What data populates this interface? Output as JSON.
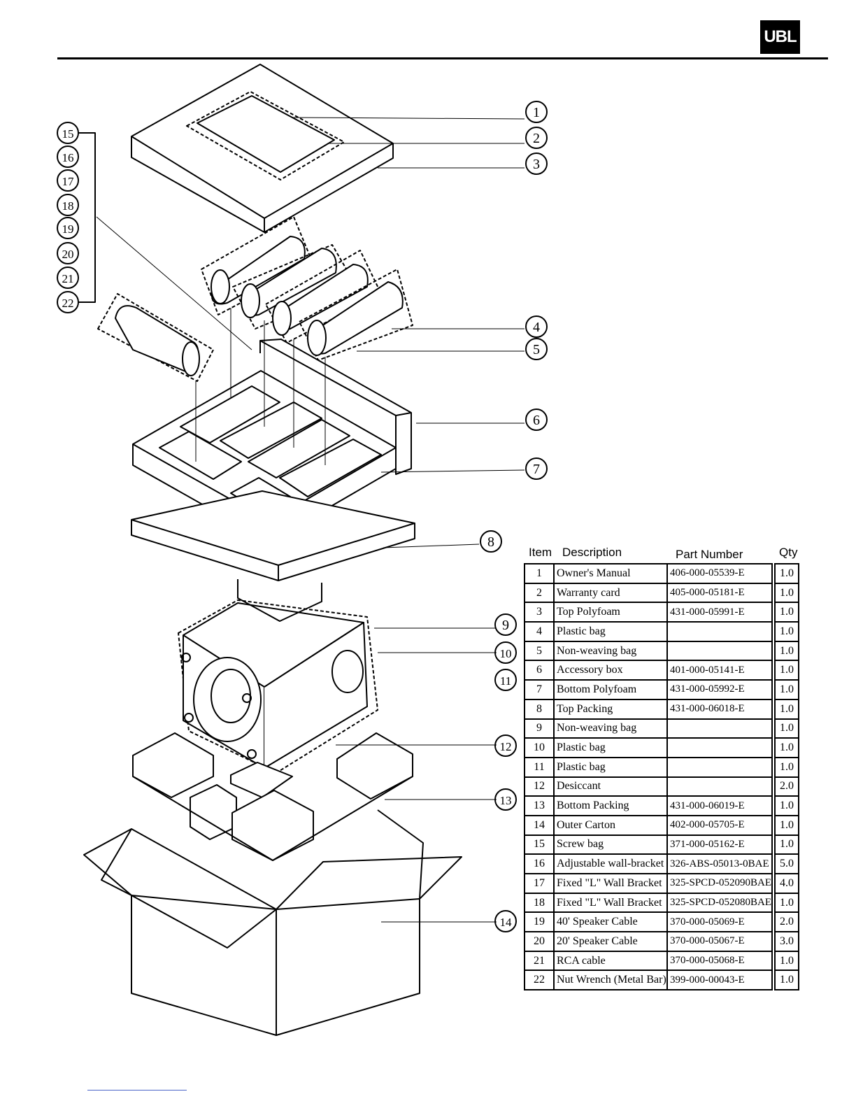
{
  "brand": {
    "logo_text": "UBL"
  },
  "callouts": [
    "1",
    "2",
    "3",
    "4",
    "5",
    "6",
    "7",
    "8",
    "9",
    "10",
    "11",
    "12",
    "13",
    "14",
    "15",
    "16",
    "17",
    "18",
    "19",
    "20",
    "21",
    "22"
  ],
  "parts_table": {
    "headers": {
      "item": "Item",
      "description": "Description",
      "part_number": "Part Number",
      "qty": "Qty"
    },
    "rows": [
      {
        "item": "1",
        "description": "Owner's Manual",
        "part_number": "406-000-05539-E",
        "qty": "1.0"
      },
      {
        "item": "2",
        "description": "Warranty card",
        "part_number": "405-000-05181-E",
        "qty": "1.0"
      },
      {
        "item": "3",
        "description": "Top Polyfoam",
        "part_number": "431-000-05991-E",
        "qty": "1.0"
      },
      {
        "item": "4",
        "description": "Plastic bag",
        "part_number": "",
        "qty": "1.0"
      },
      {
        "item": "5",
        "description": "Non-weaving bag",
        "part_number": "",
        "qty": "1.0"
      },
      {
        "item": "6",
        "description": "Accessory box",
        "part_number": "401-000-05141-E",
        "qty": "1.0"
      },
      {
        "item": "7",
        "description": "Bottom Polyfoam",
        "part_number": "431-000-05992-E",
        "qty": "1.0"
      },
      {
        "item": "8",
        "description": "Top Packing",
        "part_number": "431-000-06018-E",
        "qty": "1.0"
      },
      {
        "item": "9",
        "description": "Non-weaving bag",
        "part_number": "",
        "qty": "1.0"
      },
      {
        "item": "10",
        "description": "Plastic bag",
        "part_number": "",
        "qty": "1.0"
      },
      {
        "item": "11",
        "description": "Plastic bag",
        "part_number": "",
        "qty": "1.0"
      },
      {
        "item": "12",
        "description": "Desiccant",
        "part_number": "",
        "qty": "2.0"
      },
      {
        "item": "13",
        "description": "Bottom Packing",
        "part_number": "431-000-06019-E",
        "qty": "1.0"
      },
      {
        "item": "14",
        "description": "Outer Carton",
        "part_number": "402-000-05705-E",
        "qty": "1.0"
      },
      {
        "item": "15",
        "description": "Screw bag",
        "part_number": "371-000-05162-E",
        "qty": "1.0"
      },
      {
        "item": "16",
        "description": "Adjustable wall-bracket",
        "part_number": "326-ABS-05013-0BAE",
        "qty": "5.0"
      },
      {
        "item": "17",
        "description": "Fixed \"L\" Wall Bracket",
        "part_number": "325-SPCD-052090BAE",
        "qty": "4.0"
      },
      {
        "item": "18",
        "description": "Fixed \"L\" Wall Bracket",
        "part_number": "325-SPCD-052080BAE",
        "qty": "1.0"
      },
      {
        "item": "19",
        "description": "40' Speaker Cable",
        "part_number": "370-000-05069-E",
        "qty": "2.0"
      },
      {
        "item": "20",
        "description": "20' Speaker Cable",
        "part_number": "370-000-05067-E",
        "qty": "3.0"
      },
      {
        "item": "21",
        "description": "RCA cable",
        "part_number": "370-000-05068-E",
        "qty": "1.0"
      },
      {
        "item": "22",
        "description": "Nut Wrench (Metal Bar)",
        "part_number": "399-000-00043-E",
        "qty": "1.0"
      }
    ]
  }
}
